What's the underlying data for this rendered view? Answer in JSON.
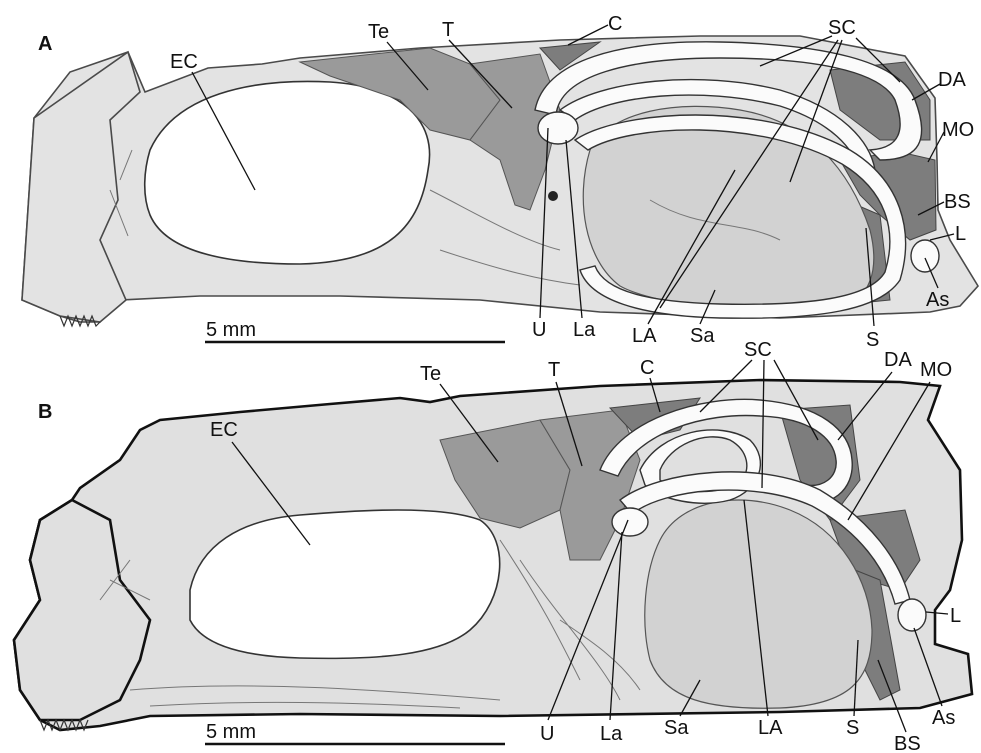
{
  "panels": [
    {
      "id": "A",
      "letter": "A",
      "scale_bar": "5 mm",
      "labels": {
        "EC": "EC",
        "Te": "Te",
        "T": "T",
        "C": "C",
        "SC": "SC",
        "DA": "DA",
        "MO": "MO",
        "BS": "BS",
        "L": "L",
        "As": "As",
        "S": "S",
        "Sa": "Sa",
        "LA": "LA",
        "La": "La",
        "U": "U"
      }
    },
    {
      "id": "B",
      "letter": "B",
      "scale_bar": "5 mm",
      "labels": {
        "EC": "EC",
        "Te": "Te",
        "T": "T",
        "C": "C",
        "SC": "SC",
        "DA": "DA",
        "MO": "MO",
        "L": "L",
        "As": "As",
        "BS": "BS",
        "S": "S",
        "LA": "LA",
        "Sa": "Sa",
        "La": "La",
        "U": "U"
      }
    }
  ],
  "colors": {
    "bone": "#e3e3e3",
    "dark_region": "#7d7d7d",
    "mid_region": "#9a9a9a",
    "canal": "#fbfbfb",
    "sac": "#d2d2d2"
  }
}
